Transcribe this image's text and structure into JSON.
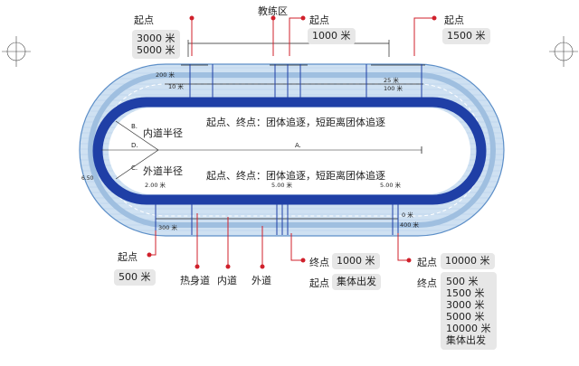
{
  "top": {
    "teaching_area": "教练区",
    "start_left": "起点",
    "start_left_values": [
      "3000 米",
      "5000 米"
    ],
    "start_mid": "起点",
    "start_mid_value": "1000 米",
    "start_right": "起点",
    "start_right_value": "1500 米"
  },
  "track_marks": {
    "m200": "200 米",
    "m10": "10 米",
    "m25": "25 米",
    "m100": "100 米",
    "m2": "2.00 米",
    "m5a": "5.00 米",
    "m5b": "5.00 米",
    "m0": "0 米",
    "m400": "400 米",
    "m300": "300 米",
    "letter_a": "A.",
    "letter_b": "B.",
    "letter_c": "C.",
    "letter_d": "D.",
    "dim_l": "6.50"
  },
  "inner": {
    "line1": "起点、终点：团体追逐，短距离团体追逐",
    "line2": "起点、终点：团体追逐，短距离团体追逐",
    "inner_radius": "内道半径",
    "outer_radius": "外道半径"
  },
  "bottom": {
    "start_label": "起点",
    "start_value": "500 米",
    "warmup": "热身道",
    "inner_lane": "内道",
    "outer_lane": "外道",
    "finish_label": "终点",
    "finish_value": "1000 米",
    "start_label2": "起点",
    "start_value2": "集体出发",
    "start_label3": "起点",
    "start_value3": "10000 米",
    "finish_label2": "终点",
    "finish_values": [
      "500 米",
      "1500 米",
      "3000 米",
      "5000 米",
      "10000 米",
      "集体出发"
    ]
  },
  "colors": {
    "track_blue": "#1f3fa6",
    "light_blue": "#c9dcee",
    "mid_blue": "#5d8fc8",
    "red": "#d0202b"
  }
}
